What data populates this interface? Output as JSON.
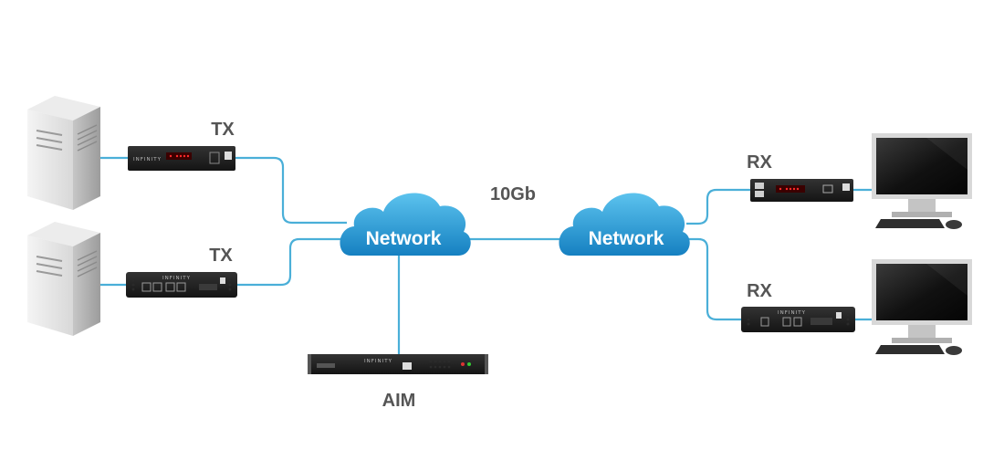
{
  "labels": {
    "tx_top": "TX",
    "tx_bottom": "TX",
    "rx_top": "RX",
    "rx_bottom": "RX",
    "aim": "AIM",
    "speed": "10Gb"
  },
  "clouds": {
    "left": "Network",
    "right": "Network"
  },
  "devices": {
    "brand": "INFINITY"
  },
  "colors": {
    "link": "#4aafd8",
    "cloud": "#1f8ec9",
    "device": "#1e1e1e",
    "label": "#555555"
  }
}
